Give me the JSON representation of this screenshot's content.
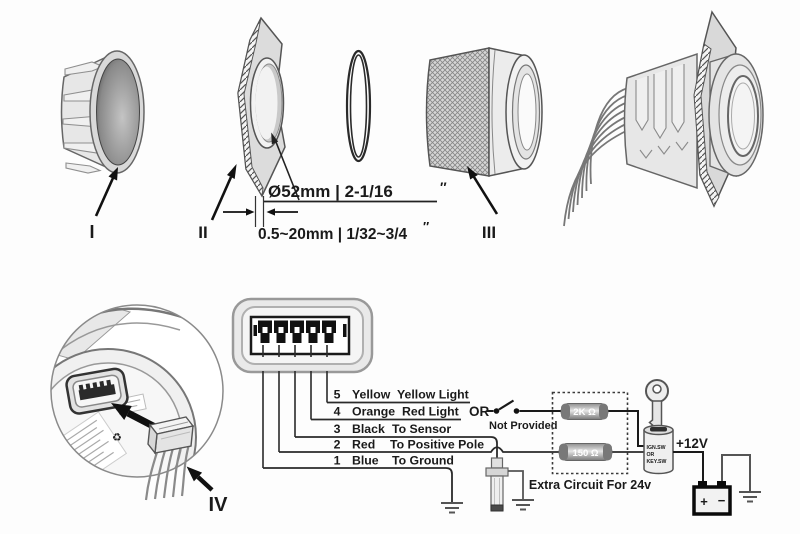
{
  "figure": {
    "part_labels": {
      "i": "I",
      "ii": "II",
      "iii": "III",
      "iv": "IV"
    },
    "dimensions": {
      "hole_diameter": "Ø52mm | 2-1/16",
      "hole_diameter_unit": "″",
      "panel_thickness": "0.5~20mm | 1/32~3/4",
      "panel_thickness_unit": "″"
    }
  },
  "wiring": {
    "pins": [
      {
        "num": "5",
        "color": "Yellow",
        "function": "Yellow Light"
      },
      {
        "num": "4",
        "color": "Orange",
        "function": "Red Light"
      },
      {
        "num": "3",
        "color": "Black",
        "function": "To Sensor"
      },
      {
        "num": "2",
        "color": "Red",
        "function": "To Positive Pole"
      },
      {
        "num": "1",
        "color": "Blue",
        "function": "To Ground"
      }
    ],
    "or_label": "OR",
    "switch_note": "Not Provided",
    "resistors": {
      "top": "2K Ω",
      "bottom": "150 Ω"
    },
    "extra_circuit_label": "Extra Circuit For 24v",
    "ignition_switch_lines": [
      "IGN.SW",
      "OR",
      "KEY.SW"
    ],
    "supply_label": "+12V",
    "battery": {
      "plus": "+",
      "minus": "−"
    }
  },
  "colors": {
    "line": "#2a2a2a",
    "text": "#1a1a1a",
    "part_fill": "#e7e7e7",
    "resistor_text": "#ffffff"
  }
}
